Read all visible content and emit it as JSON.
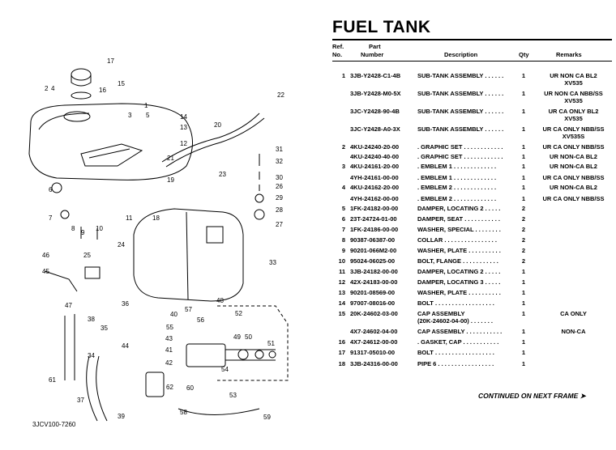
{
  "diagram": {
    "code": "3JCV100-7260",
    "labels": [
      "1",
      "2",
      "3",
      "4",
      "5",
      "6",
      "7",
      "8",
      "9",
      "10",
      "11",
      "12",
      "13",
      "14",
      "15",
      "16",
      "17",
      "18",
      "19",
      "20",
      "21",
      "22",
      "23",
      "24",
      "25",
      "26",
      "27",
      "28",
      "29",
      "30",
      "31",
      "32",
      "33",
      "34",
      "35",
      "36",
      "37",
      "38",
      "39",
      "40",
      "41",
      "42",
      "43",
      "44",
      "45",
      "46",
      "47",
      "48",
      "49",
      "50",
      "51",
      "52",
      "53",
      "54",
      "55",
      "56",
      "57",
      "58",
      "59",
      "60",
      "61",
      "62"
    ]
  },
  "page": {
    "title": "FUEL TANK",
    "continued": "CONTINUED ON NEXT FRAME ➤"
  },
  "headers": {
    "ref_line1": "Ref.",
    "ref_line2": "No.",
    "part_line1": "Part",
    "part_line2": "Number",
    "description": "Description",
    "qty": "Qty",
    "remarks": "Remarks"
  },
  "rows": [
    {
      "ref": "1",
      "part": "3JB-Y2428-C1-4B",
      "desc": "SUB-TANK ASSEMBLY  . . . . . .",
      "qty": "1",
      "rem": "UR NON CA BL2",
      "rem2": "XV535"
    },
    {
      "ref": "",
      "part": "3JB-Y2428-M0-5X",
      "desc": "SUB-TANK ASSEMBLY  . . . . . .",
      "qty": "1",
      "rem": "UR NON CA NBB/SS",
      "rem2": "XV535"
    },
    {
      "ref": "",
      "part": "3JC-Y2428-90-4B",
      "desc": "SUB-TANK ASSEMBLY  . . . . . .",
      "qty": "1",
      "rem": "UR CA ONLY BL2",
      "rem2": "XV535"
    },
    {
      "ref": "",
      "part": "3JC-Y2428-A0-3X",
      "desc": "SUB-TANK ASSEMBLY  . . . . . .",
      "qty": "1",
      "rem": "UR CA ONLY NBB/SS",
      "rem2": "XV535S"
    },
    {
      "ref": "2",
      "part": "4KU-24240-20-00",
      "desc": ". GRAPHIC SET  . . . . . . . . . . . .",
      "qty": "1",
      "rem": "UR CA ONLY NBB/SS",
      "rem2": ""
    },
    {
      "ref": "",
      "part": "4KU-24240-40-00",
      "desc": ". GRAPHIC SET  . . . . . . . . . . . .",
      "qty": "1",
      "rem": "UR NON-CA BL2",
      "rem2": ""
    },
    {
      "ref": "3",
      "part": "4KU-24161-20-00",
      "desc": ". EMBLEM 1  . . . . . . . . . . . . .",
      "qty": "1",
      "rem": "UR NON-CA BL2",
      "rem2": ""
    },
    {
      "ref": "",
      "part": "4YH-24161-00-00",
      "desc": ". EMBLEM 1  . . . . . . . . . . . . .",
      "qty": "1",
      "rem": "UR CA ONLY NBB/SS",
      "rem2": ""
    },
    {
      "ref": "4",
      "part": "4KU-24162-20-00",
      "desc": ". EMBLEM 2  . . . . . . . . . . . . .",
      "qty": "1",
      "rem": "UR NON-CA BL2",
      "rem2": ""
    },
    {
      "ref": "",
      "part": "4YH-24162-00-00",
      "desc": ". EMBLEM 2  . . . . . . . . . . . . .",
      "qty": "1",
      "rem": "UR CA ONLY NBB/SS",
      "rem2": ""
    },
    {
      "ref": "5",
      "part": "1FK-24182-00-00",
      "desc": "DAMPER, LOCATING 2  . . . . .",
      "qty": "2",
      "rem": "",
      "rem2": ""
    },
    {
      "ref": "6",
      "part": "23T-24724-01-00",
      "desc": "DAMPER, SEAT  . . . . . . . . . . .",
      "qty": "2",
      "rem": "",
      "rem2": ""
    },
    {
      "ref": "7",
      "part": "1FK-24186-00-00",
      "desc": "WASHER, SPECIAL  . . . . . . . .",
      "qty": "2",
      "rem": "",
      "rem2": ""
    },
    {
      "ref": "8",
      "part": "90387-06387-00",
      "desc": "COLLAR  . . . . . . . . . . . . . . . .",
      "qty": "2",
      "rem": "",
      "rem2": ""
    },
    {
      "ref": "9",
      "part": "90201-066M2-00",
      "desc": "WASHER, PLATE  . . . . . . . . . .",
      "qty": "2",
      "rem": "",
      "rem2": ""
    },
    {
      "ref": "10",
      "part": "95024-06025-00",
      "desc": "BOLT, FLANGE  . . . . . . . . . . .",
      "qty": "2",
      "rem": "",
      "rem2": ""
    },
    {
      "ref": "11",
      "part": "3JB-24182-00-00",
      "desc": "DAMPER, LOCATING 2  . . . . .",
      "qty": "1",
      "rem": "",
      "rem2": ""
    },
    {
      "ref": "12",
      "part": "42X-24183-00-00",
      "desc": "DAMPER, LOCATING 3  . . . . .",
      "qty": "1",
      "rem": "",
      "rem2": ""
    },
    {
      "ref": "13",
      "part": "90201-08569-00",
      "desc": "WASHER, PLATE  . . . . . . . . . .",
      "qty": "1",
      "rem": "",
      "rem2": ""
    },
    {
      "ref": "14",
      "part": "97007-08016-00",
      "desc": "BOLT  . . . . . . . . . . . . . . . . . .",
      "qty": "1",
      "rem": "",
      "rem2": ""
    },
    {
      "ref": "15",
      "part": "20K-24602-03-00",
      "desc": "CAP ASSEMBLY",
      "desc2": "(20K-24602-04-00)  . . . . . . .",
      "qty": "1",
      "rem": "CA ONLY",
      "rem2": ""
    },
    {
      "ref": "",
      "part": "4X7-24602-04-00",
      "desc": "CAP ASSEMBLY  . . . . . . . . . . .",
      "qty": "1",
      "rem": "NON-CA",
      "rem2": ""
    },
    {
      "ref": "16",
      "part": "4X7-24612-00-00",
      "desc": ". GASKET, CAP  . . . . . . . . . . .",
      "qty": "1",
      "rem": "",
      "rem2": ""
    },
    {
      "ref": "17",
      "part": "91317-05010-00",
      "desc": "BOLT  . . . . . . . . . . . . . . . . . .",
      "qty": "1",
      "rem": "",
      "rem2": ""
    },
    {
      "ref": "18",
      "part": "3JB-24316-00-00",
      "desc": "PIPE 6  . . . . . . . . . . . . . . . . .",
      "qty": "1",
      "rem": "",
      "rem2": ""
    }
  ]
}
